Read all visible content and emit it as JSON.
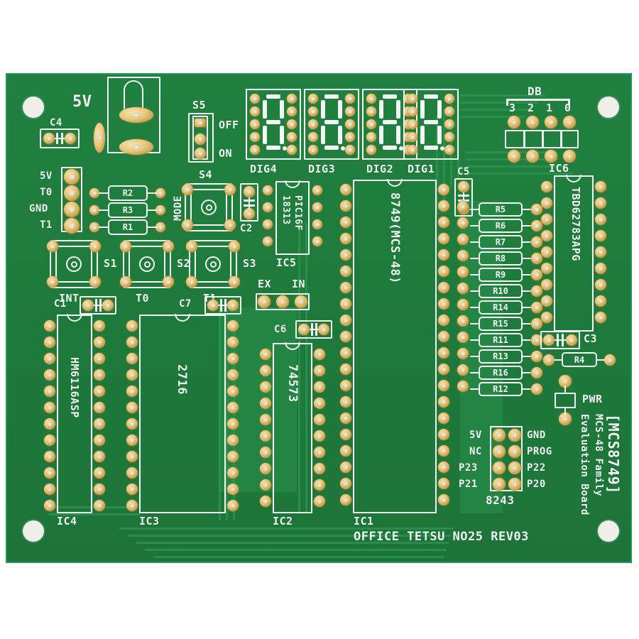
{
  "board": {
    "title_block": "[MCS8749]",
    "subtitle1": "MCS-48 Family",
    "subtitle2": "Evaluation Board",
    "footer": "OFFICE TETSU NO25 REV03",
    "colors": {
      "solder_mask": "#1f7a3d",
      "silkscreen": "#f2f6f2",
      "pad_gold": "#e4c274",
      "copper_trace": "#2f9a55",
      "drill_hole": "#e9e5da"
    }
  },
  "power": {
    "rail_label": "5V",
    "c4": "C4",
    "switch_ref": "S5",
    "switch_off": "OFF",
    "switch_on": "ON",
    "pwr_led": "PWR",
    "r4": "R4",
    "c3": "C3"
  },
  "header_left": {
    "pins": [
      "5V",
      "T0",
      "GND",
      "T1"
    ]
  },
  "resistors_left": [
    "R2",
    "R3",
    "R1"
  ],
  "switches": [
    {
      "ref": "S1",
      "label": "INT"
    },
    {
      "ref": "S2",
      "label": "T0"
    },
    {
      "ref": "S3",
      "label": "T1"
    },
    {
      "ref": "S4",
      "label": "MODE"
    }
  ],
  "displays": [
    {
      "label": "DIG4"
    },
    {
      "label": "DIG3"
    },
    {
      "label": "DIG2"
    },
    {
      "label": "DIG1"
    }
  ],
  "db_header": {
    "title": "DB",
    "pins": [
      "3",
      "2",
      "1",
      "0"
    ]
  },
  "ics": [
    {
      "ref": "IC1",
      "part": "8749(MCS-48)",
      "pins": 40
    },
    {
      "ref": "IC2",
      "part": "74573",
      "pins": 20
    },
    {
      "ref": "IC3",
      "part": "2716",
      "pins": 24
    },
    {
      "ref": "IC4",
      "part": "HM6116ASP",
      "pins": 24
    },
    {
      "ref": "IC5",
      "part": "PIC16F18313",
      "pins": 8
    },
    {
      "ref": "IC6",
      "part": "TBD62783APG",
      "pins": 18
    }
  ],
  "ic5_lines": [
    "PIC16F",
    "18313"
  ],
  "caps": [
    "C1",
    "C2",
    "C3",
    "C4",
    "C5",
    "C6",
    "C7"
  ],
  "resistors_right": [
    "R5",
    "R6",
    "R7",
    "R8",
    "R9",
    "R10",
    "R14",
    "R15",
    "R11",
    "R13",
    "R16",
    "R12"
  ],
  "clock_header": {
    "ex": "EX",
    "in": "IN"
  },
  "connector_8243": {
    "label": "8243",
    "left_pins": [
      "5V",
      "NC",
      "P23",
      "P21"
    ],
    "right_pins": [
      "GND",
      "PROG",
      "P22",
      "P20"
    ]
  }
}
